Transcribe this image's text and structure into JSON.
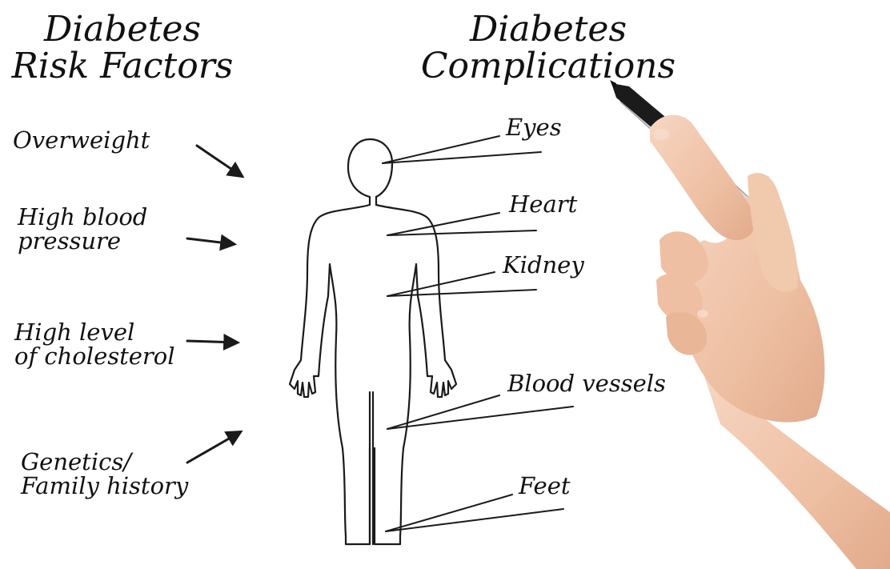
{
  "headings": {
    "risk_title_line1": "Diabetes",
    "risk_title_line2": "Risk Factors",
    "complications_title_line1": "Diabetes",
    "complications_title_line2": "Complications"
  },
  "risk_factors": [
    {
      "line1": "Overweight",
      "line2": ""
    },
    {
      "line1": "High blood",
      "line2": "pressure"
    },
    {
      "line1": "High level",
      "line2": "of cholesterol"
    },
    {
      "line1": "Genetics/",
      "line2": "Family history"
    }
  ],
  "complications": [
    {
      "label": "Eyes"
    },
    {
      "label": "Heart"
    },
    {
      "label": "Kidney"
    },
    {
      "label": "Blood vessels"
    },
    {
      "label": "Feet"
    }
  ],
  "colors": {
    "ink": "#1a1a1a",
    "skin": "#efc3a8",
    "marker_body": "#d9d9d9",
    "marker_cap": "#1b1b1b"
  },
  "icons": {
    "figure": "human-body-outline",
    "hand": "hand-holding-marker"
  }
}
